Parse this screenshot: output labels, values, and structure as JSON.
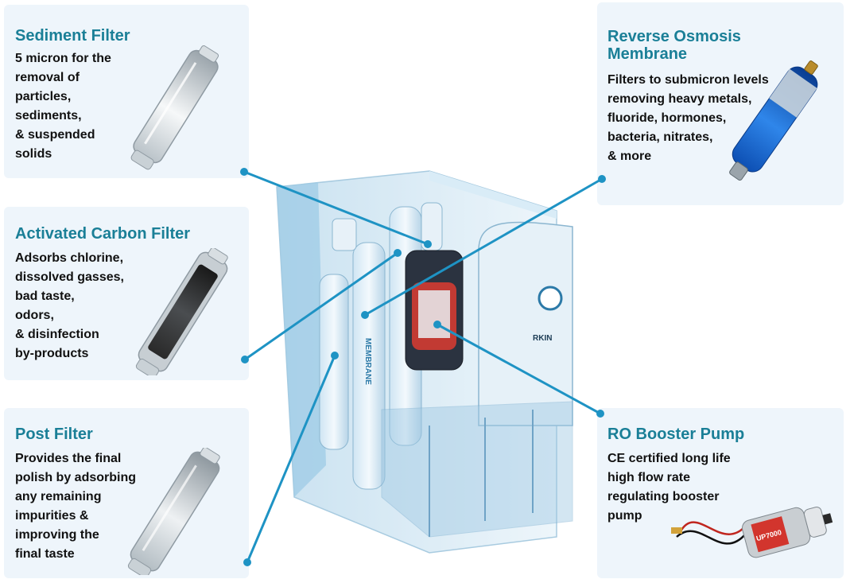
{
  "colors": {
    "accent": "#1a7f97",
    "leader_line": "#1e93c4",
    "card_bg": "#eef5fb"
  },
  "cards": {
    "sediment": {
      "title": "Sediment Filter",
      "lines": [
        "5 micron for the",
        "removal of",
        "particles,",
        "sediments,",
        "& suspended",
        "solids"
      ]
    },
    "carbon": {
      "title": "Activated Carbon Filter",
      "lines": [
        "Adsorbs chlorine,",
        "dissolved gasses,",
        "bad taste,",
        "odors,",
        "& disinfection",
        "by-products"
      ]
    },
    "post": {
      "title": "Post Filter",
      "lines": [
        "Provides the final",
        "polish by adsorbing",
        "any remaining",
        "impurities &",
        "improving the",
        "final taste"
      ]
    },
    "ro": {
      "title_lines": [
        "Reverse Osmosis",
        "Membrane"
      ],
      "lines": [
        "Filters to submicron levels",
        "removing heavy metals,",
        "fluoride, hormones,",
        "bacteria, nitrates,",
        "& more"
      ]
    },
    "pump": {
      "title": "RO Booster Pump",
      "lines": [
        "CE certified long life",
        "high flow rate",
        "regulating booster",
        "pump"
      ]
    }
  },
  "unit": {
    "brand": "RKIN",
    "membrane_label": "MEMBRANE",
    "pump_label": "UP7000"
  },
  "icons": [
    "sediment-filter-icon",
    "carbon-filter-icon",
    "post-filter-icon",
    "ro-membrane-icon",
    "booster-pump-icon"
  ]
}
